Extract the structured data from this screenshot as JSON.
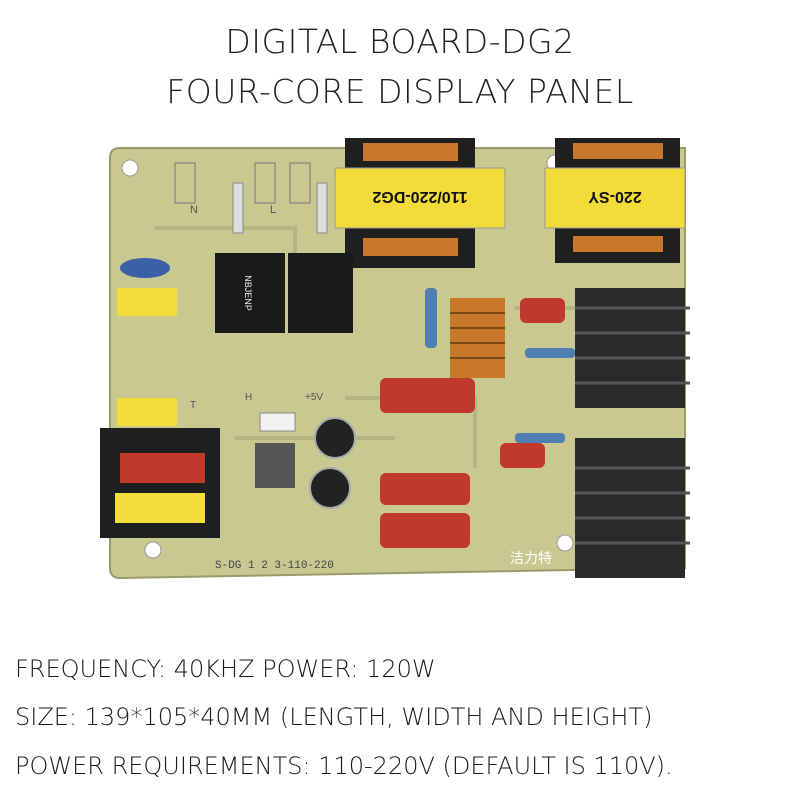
{
  "header": {
    "title_line1": "DIGITAL BOARD-DG2",
    "title_line2": "FOUR-CORE DISPLAY PANEL"
  },
  "board": {
    "transformer_left_label": "110/220-DG2",
    "transformer_right_label": "220-SY",
    "relay_brand": "NBJENP",
    "silk_bottom": "S-DG 1 2 3-110-220",
    "brand_mark": "洁力特",
    "silk_n": "N",
    "silk_l": "L",
    "silk_h": "H",
    "silk_t": "T",
    "silk_plus5v": "+5V",
    "colors": {
      "pcb": "#c8c890",
      "capacitor_red": "#c0392b",
      "copper": "#c8782a",
      "heatsink": "#2a2a2a",
      "transformer_yellow": "#f2dc3a"
    }
  },
  "specs": {
    "line1": "FREQUENCY: 40KHZ POWER: 120W",
    "line2": "SIZE: 139*105*40MM (LENGTH, WIDTH AND HEIGHT)",
    "line3": "POWER REQUIREMENTS: 110-220V (DEFAULT IS 110V)."
  }
}
